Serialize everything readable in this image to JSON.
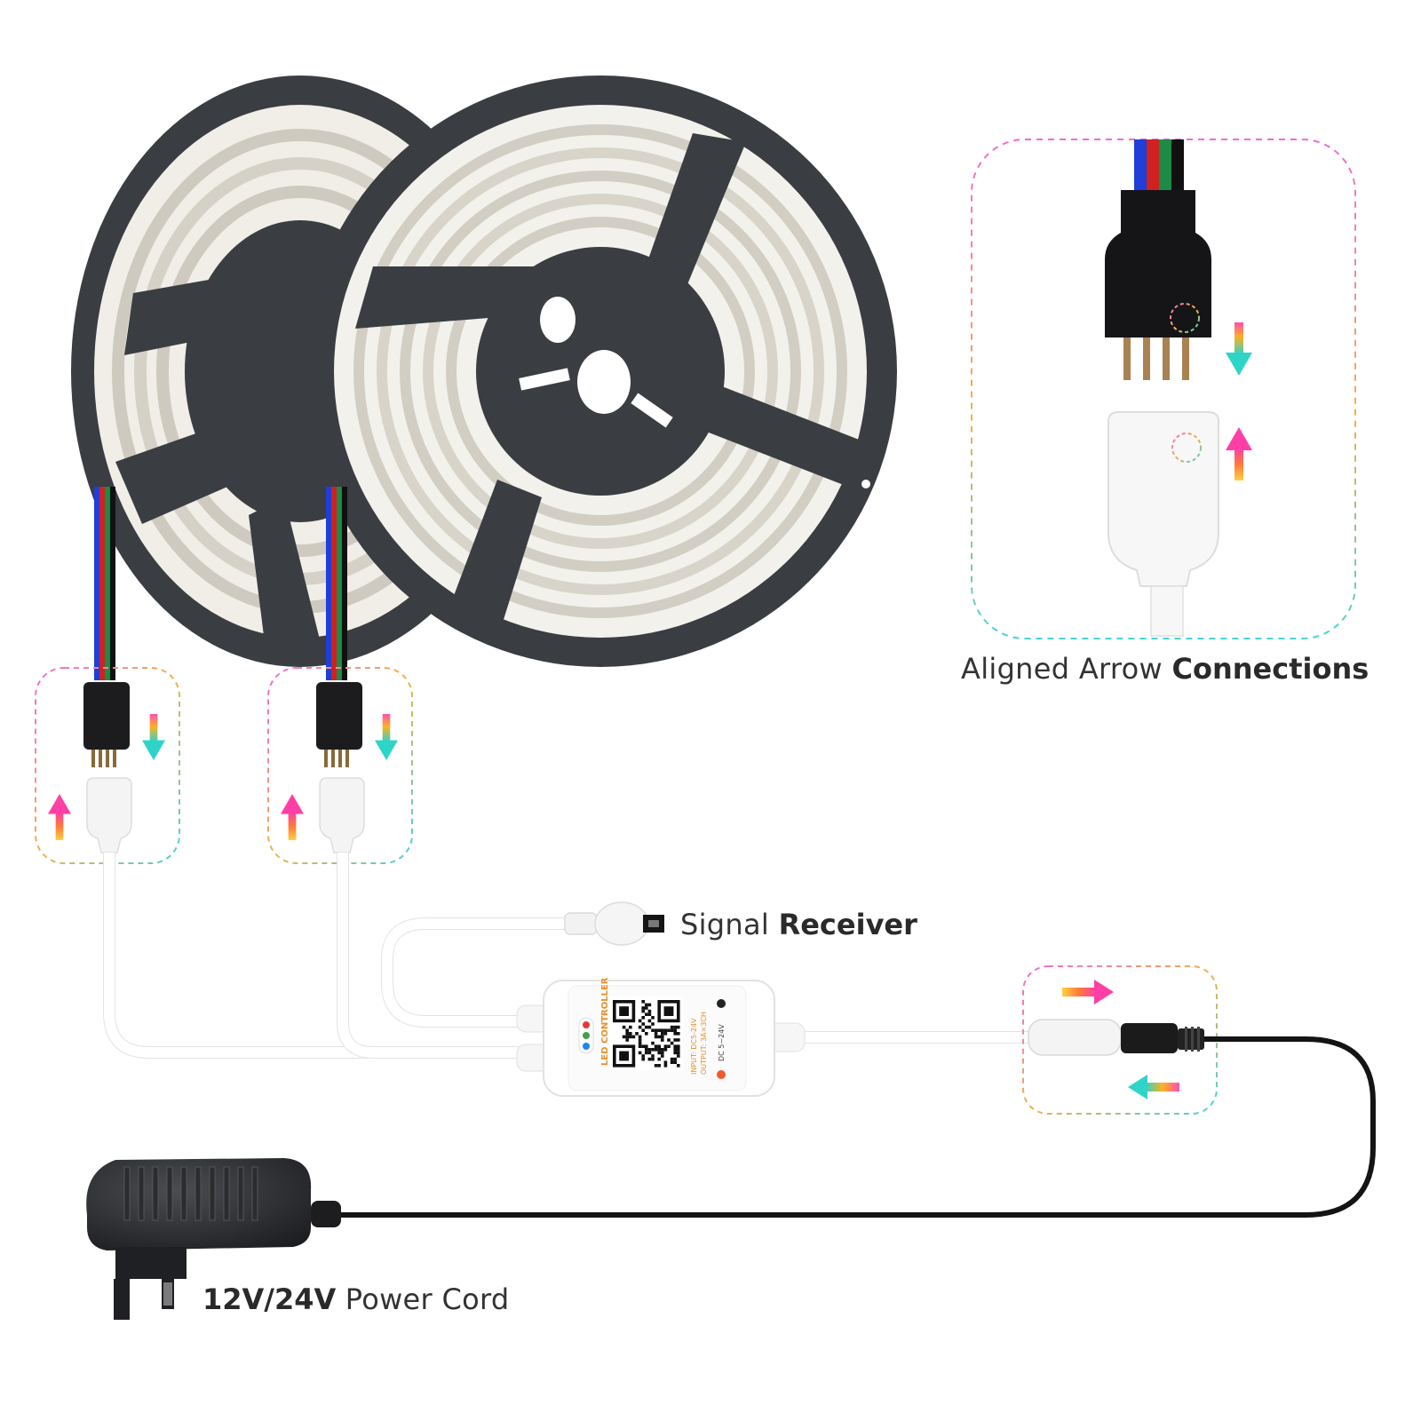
{
  "labels": {
    "aligned": {
      "regular": "Aligned Arrow ",
      "bold": "Connections"
    },
    "receiver": {
      "regular": "Signal ",
      "bold": "Receiver"
    },
    "power": {
      "bold": "12V/24V",
      "regular": " Power Cord"
    }
  },
  "controller": {
    "title": "LED CONTROLLER",
    "input": "INPUT: DC5-24V",
    "output": "OUTPUT: 3A×3CH",
    "dc": "DC 5~24V",
    "rgb": [
      "R",
      "G",
      "B"
    ]
  },
  "colors": {
    "reel": "#3a3d42",
    "reel_dark": "#2b2e33",
    "strip": "#f4f2ee",
    "wire_blue": "#1f3fd8",
    "wire_red": "#d02020",
    "wire_green": "#1d8a45",
    "wire_black": "#111111",
    "dash_pink": "#e64bd1",
    "dash_orange": "#f0a030",
    "dash_cyan": "#3ccfd0"
  },
  "icons": [
    "down-arrow-icon",
    "up-arrow-icon",
    "right-arrow-icon",
    "left-arrow-icon",
    "qr-code-icon"
  ]
}
